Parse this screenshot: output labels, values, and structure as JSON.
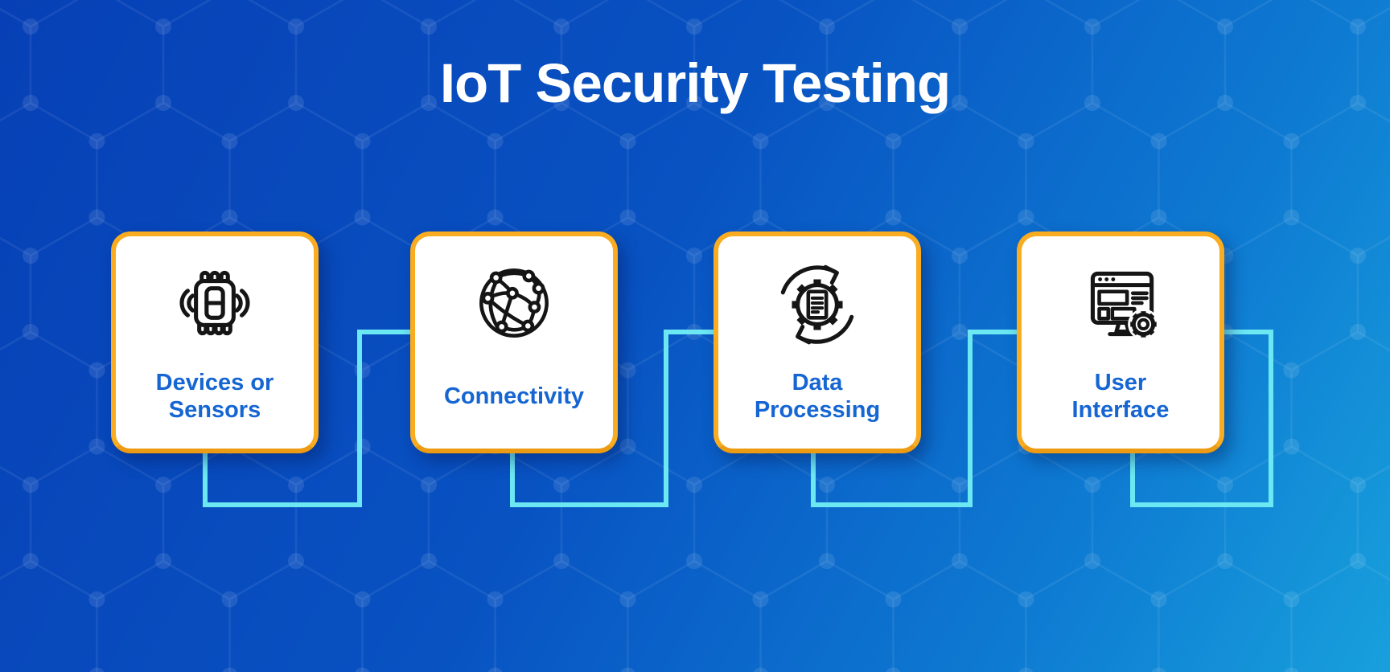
{
  "title": "IoT Security Testing",
  "steps": [
    {
      "id": "devices-or-sensors",
      "lines": [
        "Devices or",
        "Sensors"
      ],
      "icon": "wireless-chip-icon"
    },
    {
      "id": "connectivity",
      "lines": [
        "Connectivity"
      ],
      "icon": "network-globe-icon"
    },
    {
      "id": "data-processing",
      "lines": [
        "Data",
        "Processing"
      ],
      "icon": "data-processing-icon"
    },
    {
      "id": "user-interface",
      "lines": [
        "User",
        "Interface"
      ],
      "icon": "ui-window-gear-icon"
    }
  ],
  "colors": {
    "background_gradient_start": "#0740B6",
    "background_gradient_end": "#18A0DC",
    "card_border": "#FAAC20",
    "card_background": "#FFFFFF",
    "label_text": "#1565D2",
    "title_text": "#FFFFFF",
    "connector_line": "#6CE8F3",
    "icon_stroke": "#151515"
  }
}
